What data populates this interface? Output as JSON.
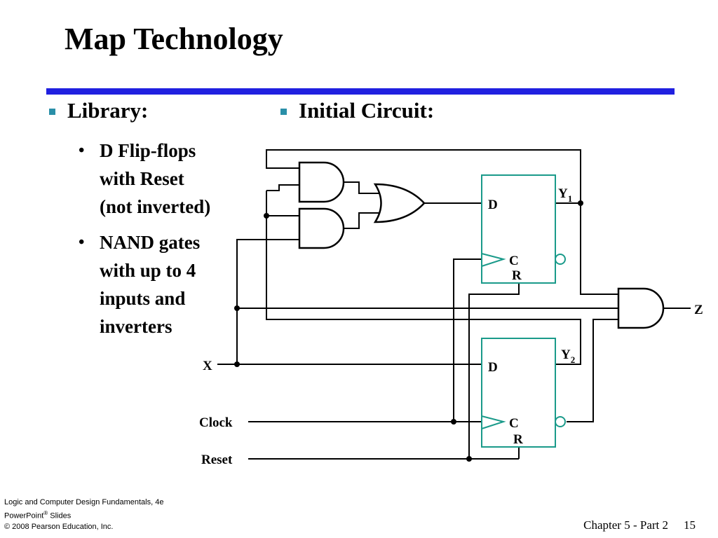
{
  "slide": {
    "title": "Map Technology",
    "accent_color": "#2020e0",
    "bullet_color": "#2a8fa8",
    "flipflop_color": "#1a9a8a"
  },
  "left_column": {
    "heading": "Library:",
    "items": [
      {
        "lines": [
          "D Flip-flops",
          "with Reset",
          "(not inverted)"
        ]
      },
      {
        "lines": [
          "NAND gates",
          "with up to 4",
          "inputs and",
          "inverters"
        ]
      }
    ]
  },
  "right_column": {
    "heading": "Initial Circuit:"
  },
  "circuit": {
    "ff1": {
      "d": "D",
      "c": "C",
      "r": "R",
      "q_main": "Y",
      "q_sub": "1"
    },
    "ff2": {
      "d": "D",
      "c": "C",
      "r": "R",
      "q_main": "Y",
      "q_sub": "2"
    },
    "inputs": {
      "x": "X",
      "clock": "Clock",
      "reset": "Reset"
    },
    "output": {
      "z": "Z"
    }
  },
  "footer": {
    "left_lines": [
      "Logic and Computer Design Fundamentals, 4e",
      "PowerPoint",
      "Slides",
      "© 2008 Pearson Education, Inc."
    ],
    "reg_mark": "®",
    "chapter": "Chapter 5 - Part 2",
    "page": "15"
  }
}
